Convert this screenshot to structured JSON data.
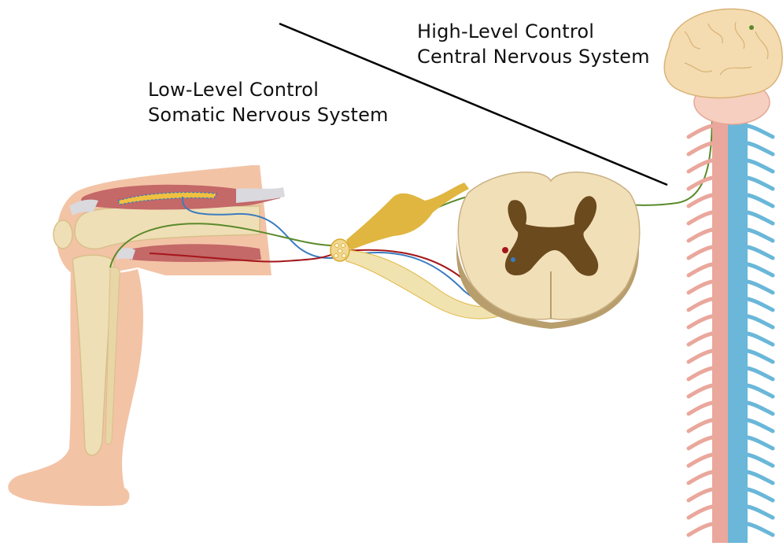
{
  "labels": {
    "high_level": {
      "line1": "High-Level Control",
      "line2": "Central Nervous System"
    },
    "low_level": {
      "line1": "Low-Level Control",
      "line2": "Somatic Nervous System"
    }
  },
  "colors": {
    "motor_path": "#5a8a2a",
    "sensory_path_blue": "#3a7cc0",
    "sensory_path_red": "#a4161a",
    "spinal_cord_white_matter": "#f1dfb8",
    "spinal_cord_grey_matter": "#6b4a1e",
    "ganglion": "#e0b640",
    "brain": "#f4dcb0",
    "spine_pink": "#eaa79c",
    "spine_blue": "#6ab7d9",
    "leg_skin": "#f4c4a8",
    "bone": "#efe0b8",
    "muscle": "#c46a6a",
    "divider_line": "#000000"
  }
}
